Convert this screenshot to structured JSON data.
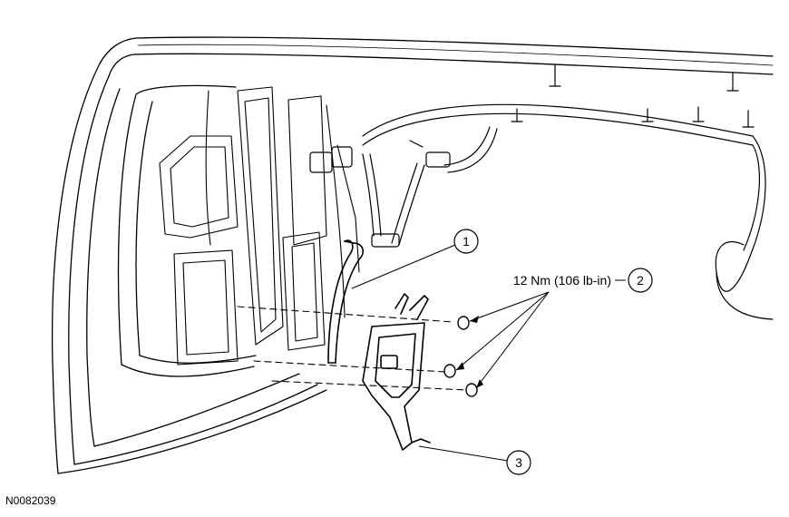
{
  "figure_id": "N0082039",
  "callouts": [
    {
      "number": "1",
      "part": "hose"
    },
    {
      "number": "2",
      "part": "nuts"
    },
    {
      "number": "3",
      "part": "bracket"
    }
  ],
  "torque_spec": "12 Nm (106 lb-in)"
}
